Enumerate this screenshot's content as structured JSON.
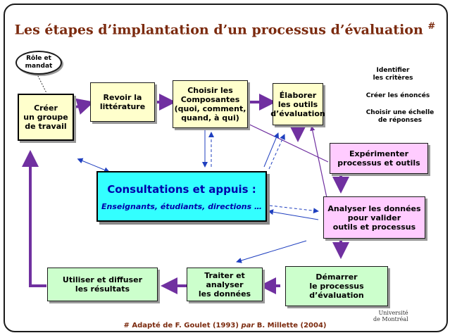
{
  "title": "Les étapes d’implantation d’un processus d’évaluation",
  "title_mark": "#",
  "boxes": {
    "role": "Rôle et\nmandat",
    "creer": "Créer\nun groupe\nde travail",
    "revoir": "Revoir la\nlittérature",
    "choisir": "Choisir les\nComposantes\n(quoi, comment,\nquand, à qui)",
    "elaborer": "Élaborer\nles outils\nd’évaluation",
    "experimenter": "Expérimenter\nprocessus et outils",
    "analyser": "Analyser les données\npour valider\noutils et processus",
    "demarrer": "Démarrer\nle processus\nd’évaluation",
    "traiter": "Traiter et analyser\nles données",
    "utiliser": "Utiliser et diffuser\nles résultats"
  },
  "consultation": {
    "title": "Consultations et appuis :",
    "subtitle": "Enseignants, étudiants, directions …"
  },
  "side_notes": [
    "Identifier\nles critères",
    "Créer les énoncés",
    "Choisir une échelle\nde réponses"
  ],
  "footer": {
    "mark": "#",
    "text1": "Adapté de F. Goulet (1993)",
    "text2": "par",
    "text3": "B. Millette (2004)"
  },
  "logo": "Université\nde Montréal",
  "colors": {
    "purple": "#7030a0",
    "blue": "#1f3fbf",
    "title": "#7b2a0e"
  }
}
